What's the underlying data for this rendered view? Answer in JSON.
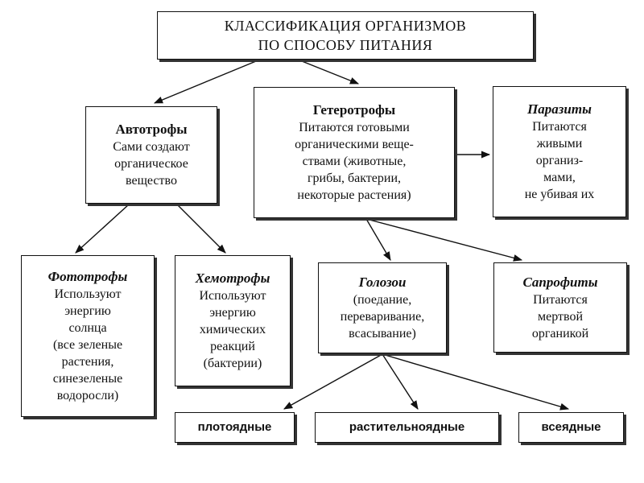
{
  "title": {
    "line1": "КЛАССИФИКАЦИЯ ОРГАНИЗМОВ",
    "line2": "ПО СПОСОБУ ПИТАНИЯ"
  },
  "autotrophs": {
    "title": "Автотрофы",
    "desc": "Сами создают\nорганическое\nвещество"
  },
  "heterotrophs": {
    "title": "Гетеротрофы",
    "desc": "Питаются готовыми\nорганическими веще-\nствами (животные,\nгрибы, бактерии,\nнекоторые растения)"
  },
  "parasites": {
    "title": "Паразиты",
    "desc": "Питаются\nживыми\nорганиз-\nмами,\nне убивая их"
  },
  "phototrophs": {
    "title": "Фототрофы",
    "desc": "Используют\nэнергию\nсолнца\n(все зеленые\nрастения,\nсинезеленые\nводоросли)"
  },
  "chemotrophs": {
    "title": "Хемотрофы",
    "desc": "Используют\nэнергию\nхимических\nреакций\n(бактерии)"
  },
  "holozoic": {
    "title": "Голозои",
    "desc": "(поедание,\nпереваривание,\nвсасывание)"
  },
  "saprophytes": {
    "title": "Сапрофиты",
    "desc": "Питаются\nмертвой\nорганикой"
  },
  "carnivores": {
    "label": "плотоядные"
  },
  "herbivores": {
    "label": "растительноядные"
  },
  "omnivores": {
    "label": "всеядные"
  }
}
